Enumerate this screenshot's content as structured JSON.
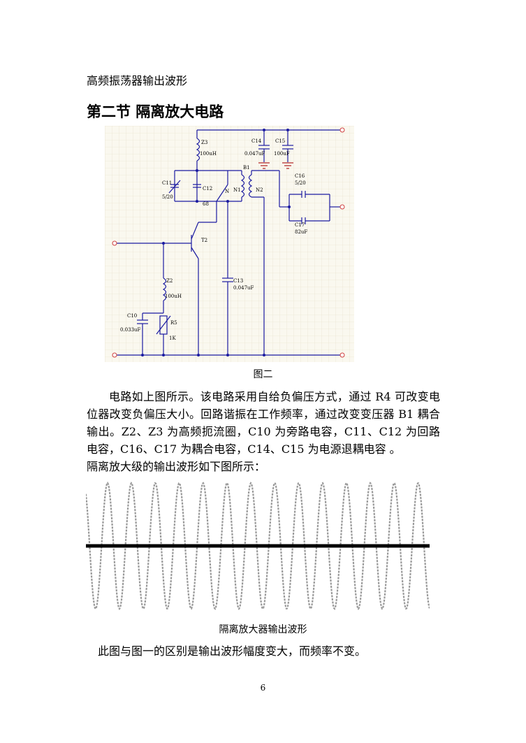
{
  "section_caption_top": "高频振荡器输出波形",
  "section_heading": "第二节  隔离放大电路",
  "circuit": {
    "labels": {
      "z3": "Z3",
      "z3_val": "100uH",
      "c14": "C14",
      "c14_val": "0.047uF",
      "c15": "C15",
      "c15_val": "100uF",
      "b1": "B1",
      "c16": "C16",
      "c16_val": "5/20",
      "c11": "C11",
      "c11_val": "5/20",
      "c12": "C12",
      "c12_val": "68",
      "n1": "N1",
      "n2": "N2",
      "n_mark": "N",
      "c17": "C17",
      "c17_val": "82uF",
      "t2": "T2",
      "c13": "C13",
      "c13_val": "0.047uF",
      "z2": "Z2",
      "z2_val": "100uH",
      "c10": "C10",
      "c10_val": "0.033uF",
      "r5": "R5",
      "r5_val": "1K"
    }
  },
  "figure2_caption": "图二",
  "paragraph1": "电路如上图所示。该电路采用自给负偏压方式，通过 R4 可改变电位器改变负偏压大小。回路谐振在工作频率，通过改变变压器 B1 耦合输出。Z2、Z3 为高频扼流圈，C10 为旁路电容，C11、C12 为回路电容，C16、C17 为耦合电容，C14、C15 为电源退耦电容  。",
  "paragraph2": "隔离放大级的输出波形如下图所示：",
  "waveform_caption": "隔离放大器输出波形",
  "paragraph3": "此图与图一的区别是输出波形幅度变大，而频率不变。",
  "page_number": "6",
  "colors": {
    "wire": "#1a1aa0",
    "grid": "#e6e0c8",
    "grid_bg": "#faf8ef",
    "terminal": "#d04040"
  }
}
